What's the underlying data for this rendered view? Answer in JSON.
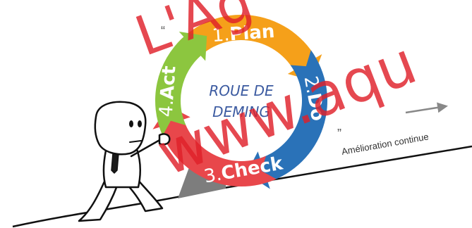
{
  "cycle": {
    "center_line1": "ROUE DE",
    "center_line2": "DEMING",
    "segments": [
      {
        "num": "1.",
        "word": "Plan",
        "color": "#f5a01a"
      },
      {
        "num": "2.",
        "word": "Do",
        "color": "#2a72b8"
      },
      {
        "num": "3.",
        "word": "Check",
        "color": "#e8474b"
      },
      {
        "num": "4.",
        "word": "Act",
        "color": "#8cc63f"
      }
    ]
  },
  "caption": "Amélioration continue",
  "watermark": {
    "line1": "L'Ag",
    "line2": "www.aqu"
  }
}
